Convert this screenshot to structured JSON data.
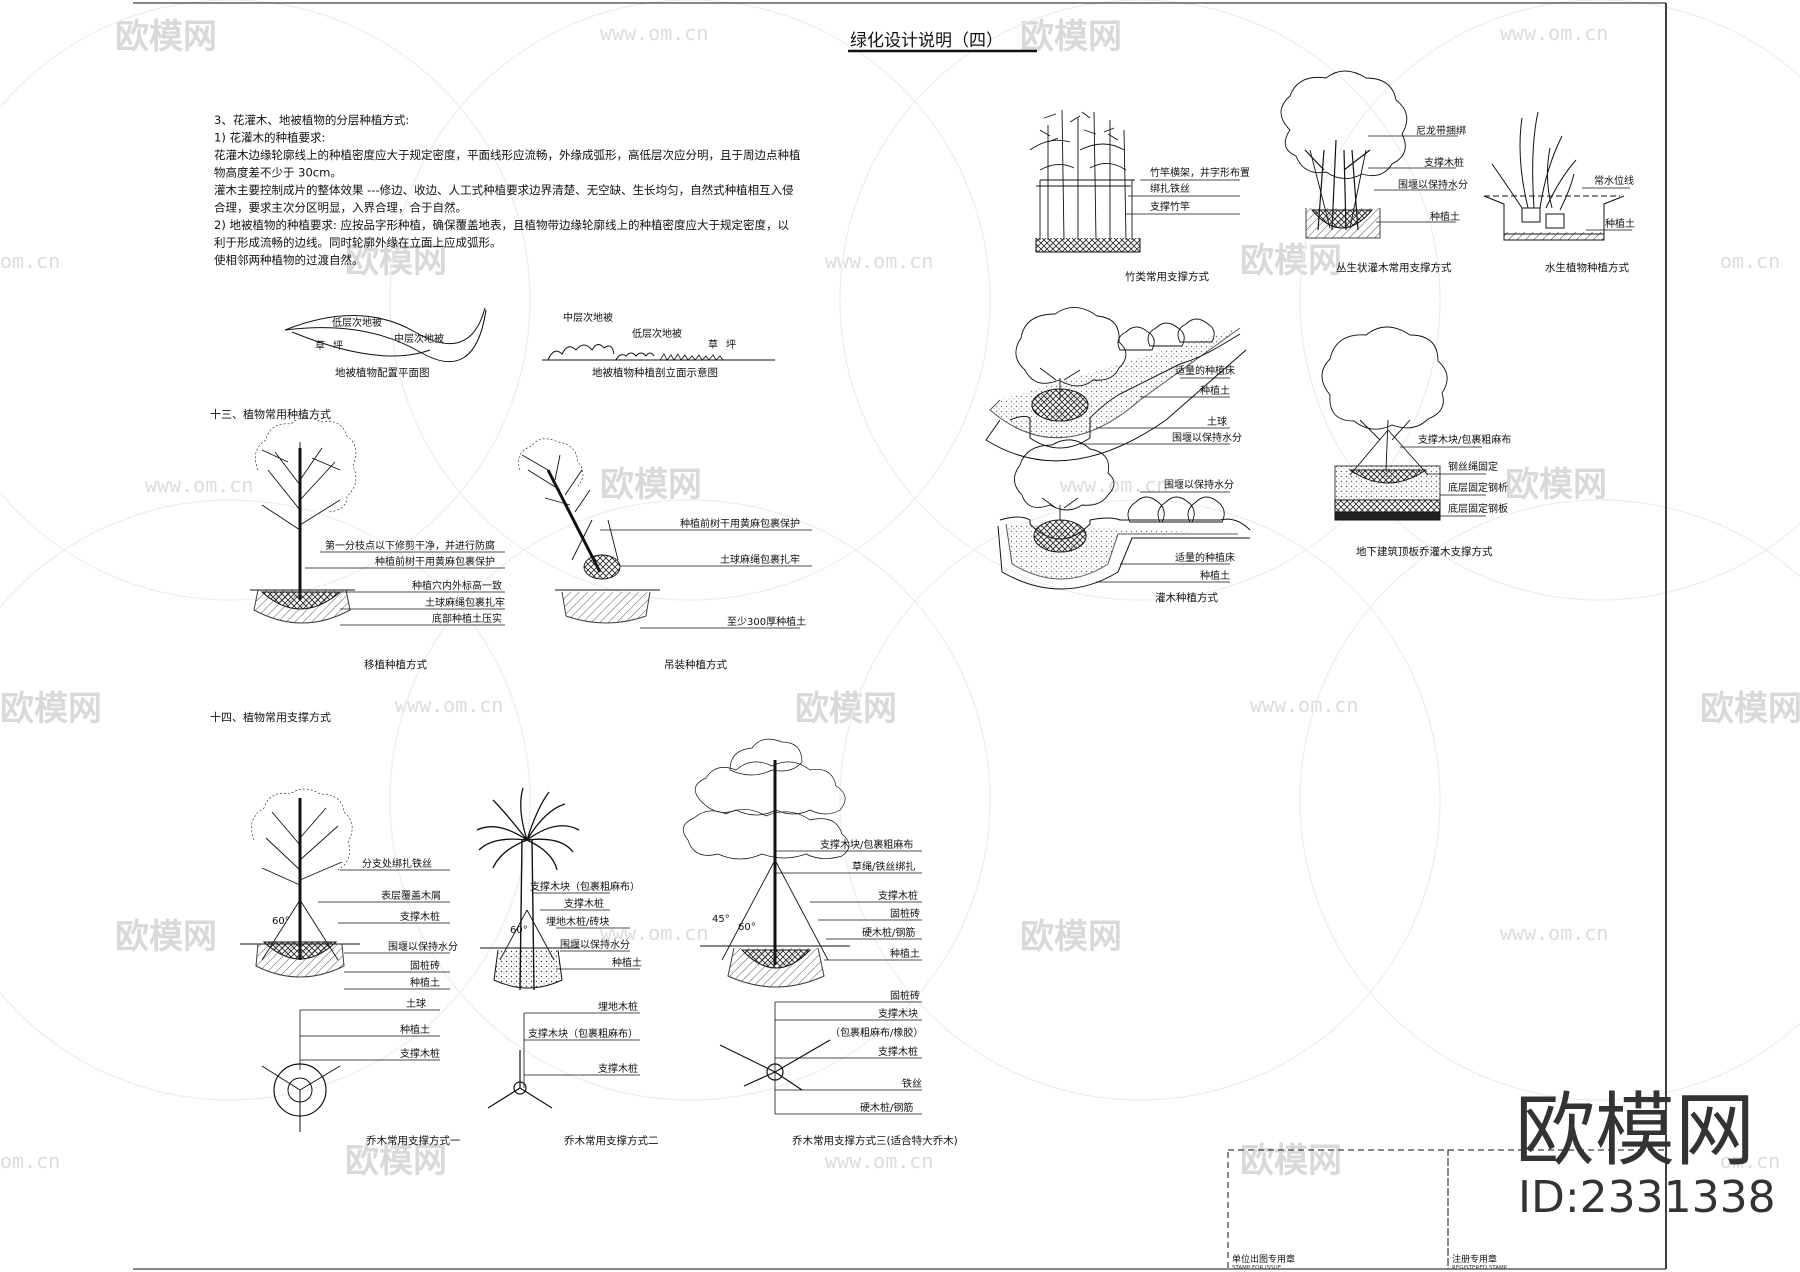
{
  "title": "绿化设计说明（四）",
  "intro_lines": [
    "3、花灌木、地被植物的分层种植方式:",
    "1) 花灌木的种植要求:",
    "花灌木边缘轮廓线上的种植密度应大于规定密度，平面线形应流畅，外缘成弧形，高低层次应分明，且于周边点种植",
    "物高度差不少于        30cm。",
    "灌木主要控制成片的整体效果             ---修边、收边、人工式种植要求边界清楚、无空缺、生长均匀，自然式种植相互入侵",
    "合理，要求主次分区明显，入界合理，合于自然。",
    "2) 地被植物的种植要求: 应按品字形种植，确保覆盖地表，且植物带边缘轮廓线上的种植密度应大于规定密度，以",
    "利于形成流畅的边线。同时轮廓外缘在立面上应成弧形。",
    "使相邻两种植物的过渡自然。"
  ],
  "groundcover_plan": {
    "labels": [
      "低层次地被",
      "中层次地被",
      "草",
      "坪"
    ],
    "caption": "地被植物配置平面图"
  },
  "groundcover_section": {
    "labels": [
      "中层次地被",
      "低层次地被",
      "草",
      "坪"
    ],
    "caption": "地被植物种植剖立面示意图"
  },
  "section13": {
    "heading": "十三、植物常用种植方式",
    "transplant": {
      "labels": [
        "第一分枝点以下修剪干净，并进行防腐",
        "种植前树干用黄麻包裹保护",
        "种植穴内外标高一致",
        "土球麻绳包裹扎牢",
        "底部种植土压实"
      ],
      "caption": "移植种植方式"
    },
    "hoist": {
      "labels": [
        "种植前树干用黄麻包裹保护",
        "土球麻绳包裹扎牢",
        "至少300厚种植土"
      ],
      "caption": "吊装种植方式"
    }
  },
  "section14": {
    "heading": "十四、植物常用支撑方式",
    "support1": {
      "labels": [
        "分支处绑扎铁丝",
        "表层覆盖木屑",
        "支撑木桩",
        "围堰以保持水分",
        "固桩砖",
        "种植土",
        "土球",
        "种植土",
        "支撑木桩"
      ],
      "angle": "60°",
      "caption": "乔木常用支撑方式一"
    },
    "support2": {
      "labels": [
        "支撑木块（包裹粗麻布）",
        "支撑木桩",
        "埋地木桩/砖块",
        "围堰以保持水分",
        "种植土",
        "埋地木桩",
        "支撑木块（包裹粗麻布）",
        "支撑木桩"
      ],
      "angle": "60°",
      "caption": "乔木常用支撑方式二"
    },
    "support3": {
      "labels": [
        "支撑木块/包裹粗麻布",
        "草绳/铁丝绑扎",
        "支撑木桩",
        "固桩砖",
        "硬木桩/钢筋",
        "种植土",
        "固桩砖",
        "支撑木块",
        "（包裹粗麻布/橡胶）",
        "支撑木桩",
        "铁丝",
        "硬木桩/钢筋"
      ],
      "angle_left": "45°",
      "angle_right": "60°",
      "caption": "乔木常用支撑方式三(适合特大乔木)"
    }
  },
  "right_top": {
    "bamboo": {
      "labels": [
        "竹竿横架，井字形布置",
        "绑扎铁丝",
        "支撑竹竿"
      ],
      "caption": "竹类常用支撑方式"
    },
    "shrubtree": {
      "labels": [
        "尼龙带捆绑",
        "支撑木桩",
        "围堰以保持水分",
        "种植土"
      ],
      "caption": "丛生状灌木常用支撑方式"
    },
    "aquatic": {
      "labels": [
        "常水位线",
        "种植土"
      ],
      "caption": "水生植物种植方式"
    },
    "slope": {
      "labels": [
        "适量的种植床",
        "种植土",
        "土球",
        "围堰以保持水分"
      ]
    },
    "shrub": {
      "labels": [
        "围堰以保持水分",
        "适量的种植床",
        "种植土"
      ],
      "caption": "灌木种植方式"
    },
    "underground": {
      "labels": [
        "支撑木块/包裹粗麻布",
        "钢丝绳固定",
        "底层固定钢析",
        "底层固定钢板"
      ],
      "caption": "地下建筑顶板乔灌木支撑方式"
    }
  },
  "stamps": {
    "unit": "单位出图专用章",
    "unit_en": "STAMP FOR ISSUE",
    "reg": "注册专用章",
    "reg_en": "REGISTERED STAMP"
  },
  "watermark": {
    "brand": "欧模网",
    "url": "www.om.cn",
    "url_short": "om.cn",
    "id": "ID:2331338"
  }
}
